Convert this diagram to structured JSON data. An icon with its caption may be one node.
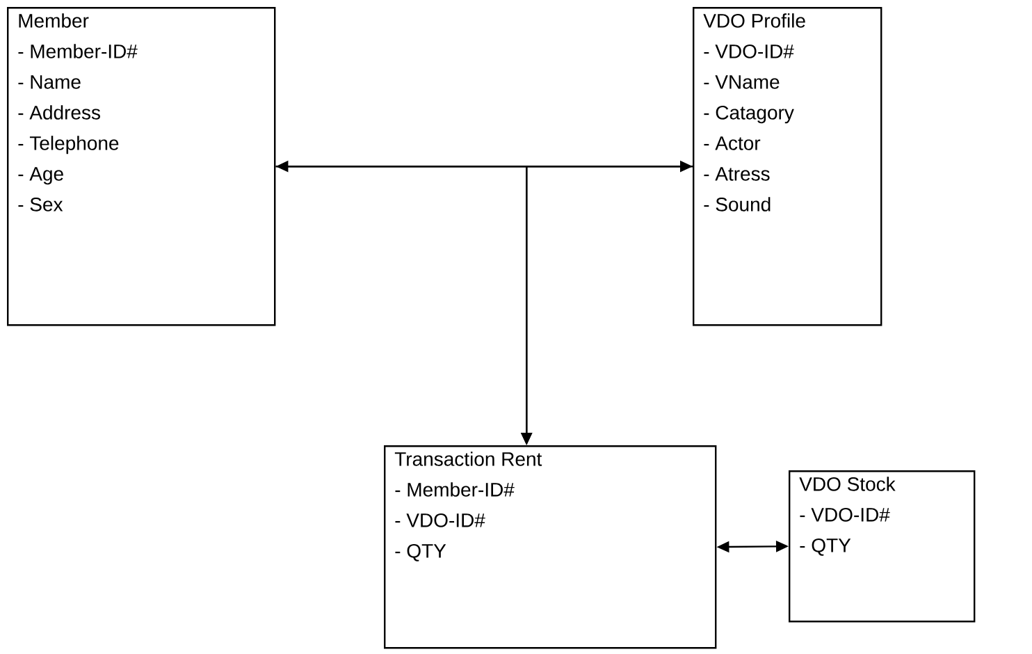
{
  "diagram": {
    "nodes": [
      {
        "text": [
          "Member",
          "- Member-ID#",
          "- Name",
          "- Address",
          "- Telephone",
          "- Age",
          "- Sex"
        ]
      },
      {
        "text": [
          "VDO Profile",
          "- VDO-ID#",
          "- VName",
          "- Catagory",
          "- Actor",
          "- Atress",
          "- Sound"
        ]
      },
      {
        "text": [
          "Transaction Rent",
          "- Member-ID#",
          "- VDO-ID#",
          "- QTY"
        ]
      },
      {
        "text": [
          "VDO Stock",
          "- VDO-ID#",
          "- QTY"
        ]
      }
    ],
    "edges": [
      {
        "from": 0,
        "to": 1,
        "arrow": "both"
      },
      {
        "from": 0,
        "to": 2,
        "arrow": "to"
      },
      {
        "from": 1,
        "to": 2,
        "arrow": "to"
      },
      {
        "from": 2,
        "to": 3,
        "arrow": "both"
      }
    ]
  }
}
